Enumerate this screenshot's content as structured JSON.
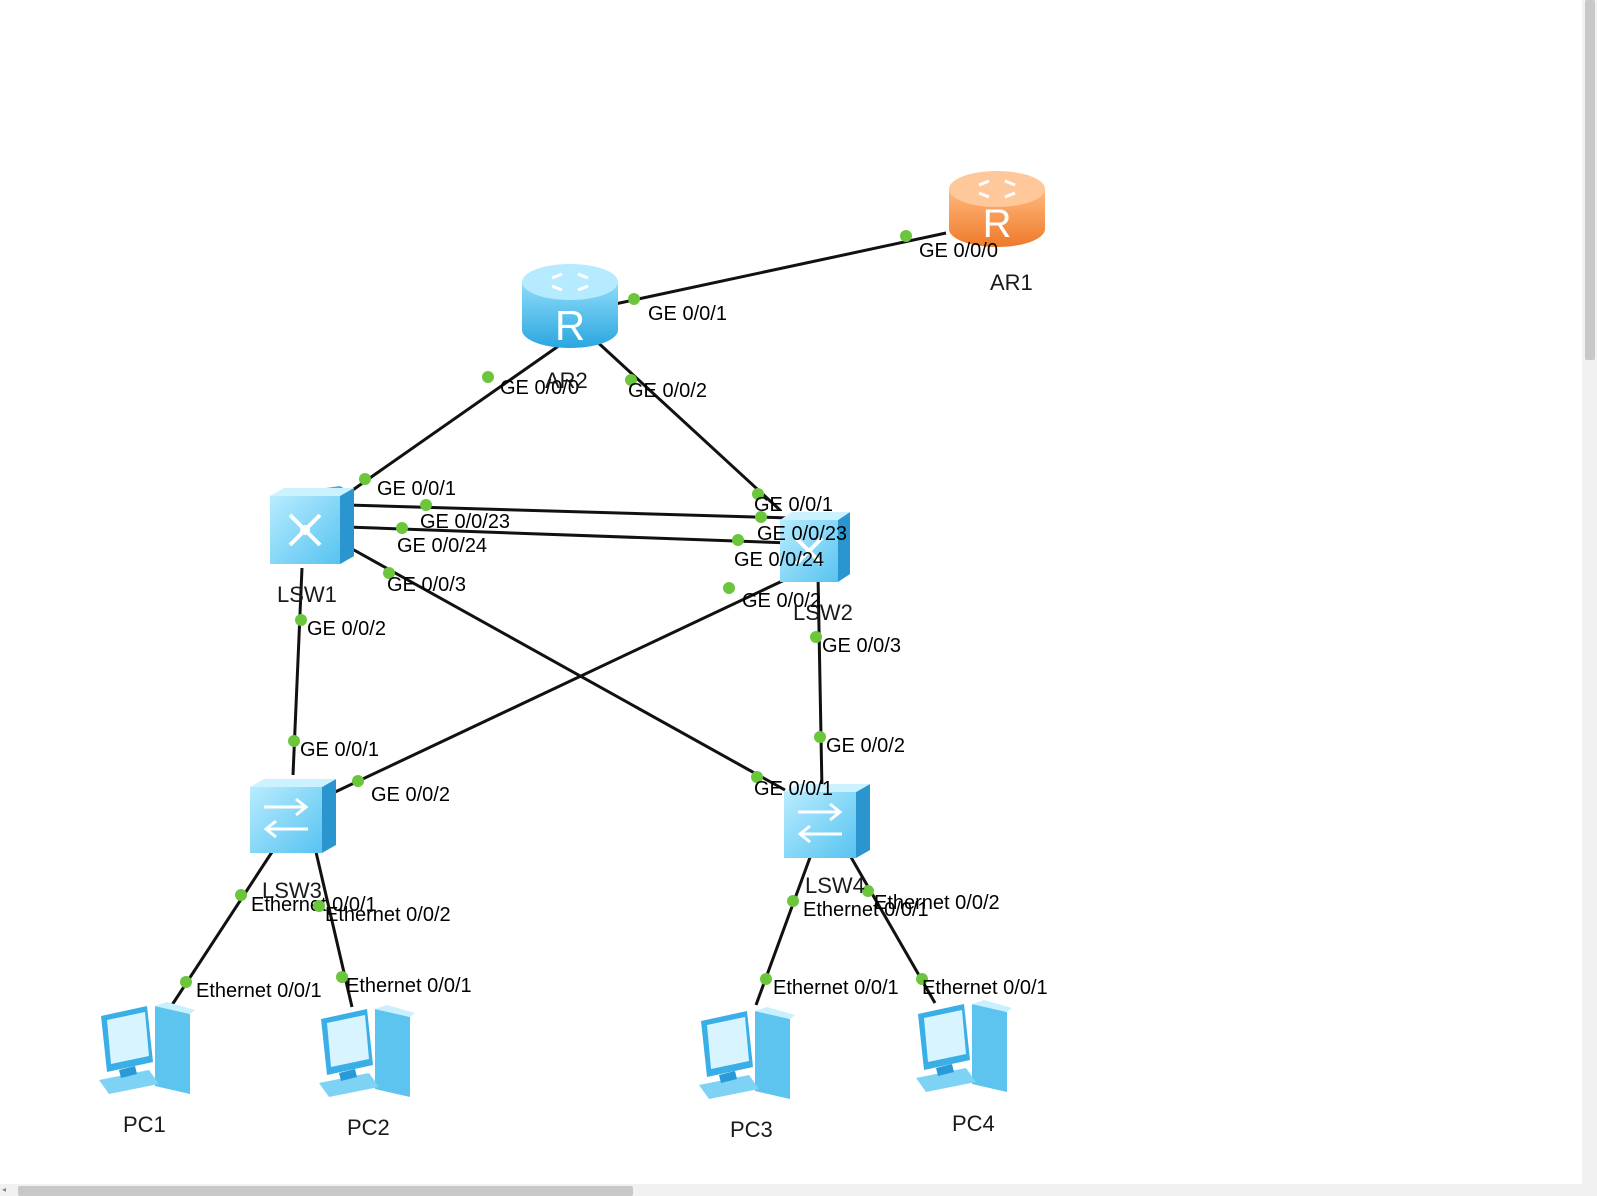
{
  "devices": [
    {
      "id": "AR1",
      "label": "AR1",
      "type": "router",
      "color": "#f08a3a"
    },
    {
      "id": "AR2",
      "label": "AR2",
      "type": "router",
      "color": "#4fbfee"
    },
    {
      "id": "LSW1",
      "label": "LSW1",
      "type": "core-switch",
      "color": "#4fbfee"
    },
    {
      "id": "LSW2",
      "label": "LSW2",
      "type": "core-switch",
      "color": "#4fbfee"
    },
    {
      "id": "LSW3",
      "label": "LSW3",
      "type": "access-switch",
      "color": "#4fbfee"
    },
    {
      "id": "LSW4",
      "label": "LSW4",
      "type": "access-switch",
      "color": "#4fbfee"
    },
    {
      "id": "PC1",
      "label": "PC1",
      "type": "pc",
      "color": "#4fbfee"
    },
    {
      "id": "PC2",
      "label": "PC2",
      "type": "pc",
      "color": "#4fbfee"
    },
    {
      "id": "PC3",
      "label": "PC3",
      "type": "pc",
      "color": "#4fbfee"
    },
    {
      "id": "PC4",
      "label": "PC4",
      "type": "pc",
      "color": "#4fbfee"
    }
  ],
  "links": [
    {
      "a": "AR1",
      "a_port": "GE 0/0/0",
      "b": "AR2",
      "b_port": "GE 0/0/1"
    },
    {
      "a": "AR2",
      "a_port": "GE 0/0/0",
      "b": "LSW1",
      "b_port": "GE 0/0/1"
    },
    {
      "a": "AR2",
      "a_port": "GE 0/0/2",
      "b": "LSW2",
      "b_port": "GE 0/0/1"
    },
    {
      "a": "LSW1",
      "a_port": "GE 0/0/23",
      "b": "LSW2",
      "b_port": "GE 0/0/23"
    },
    {
      "a": "LSW1",
      "a_port": "GE 0/0/24",
      "b": "LSW2",
      "b_port": "GE 0/0/24"
    },
    {
      "a": "LSW1",
      "a_port": "GE 0/0/2",
      "b": "LSW3",
      "b_port": "GE 0/0/1"
    },
    {
      "a": "LSW1",
      "a_port": "GE 0/0/3",
      "b": "LSW4",
      "b_port": "GE 0/0/1"
    },
    {
      "a": "LSW2",
      "a_port": "GE 0/0/2",
      "b": "LSW3",
      "b_port": "GE 0/0/2"
    },
    {
      "a": "LSW2",
      "a_port": "GE 0/0/3",
      "b": "LSW4",
      "b_port": "GE 0/0/2"
    },
    {
      "a": "LSW3",
      "a_port": "Ethernet 0/0/1",
      "b": "PC1",
      "b_port": "Ethernet 0/0/1"
    },
    {
      "a": "LSW3",
      "a_port": "Ethernet 0/0/2",
      "b": "PC2",
      "b_port": "Ethernet 0/0/1"
    },
    {
      "a": "LSW4",
      "a_port": "Ethernet 0/0/1",
      "b": "PC3",
      "b_port": "Ethernet 0/0/1"
    },
    {
      "a": "LSW4",
      "a_port": "Ethernet 0/0/2",
      "b": "PC4",
      "b_port": "Ethernet 0/0/1"
    }
  ],
  "colors": {
    "link": "#111111",
    "port_dot": "#6cc63c",
    "router_top": "#8fdcf9",
    "ar1_top": "#f7b27a"
  }
}
